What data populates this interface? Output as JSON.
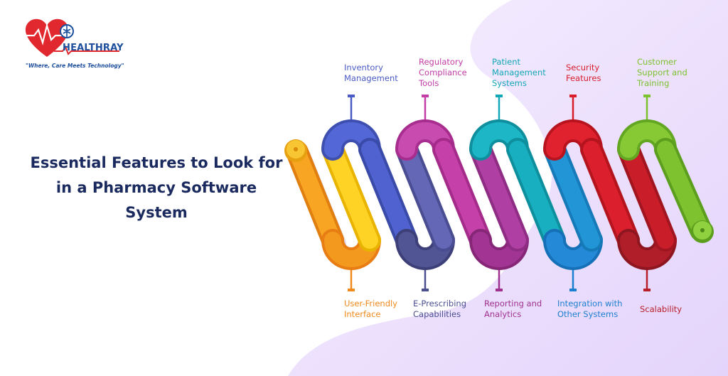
{
  "brand": {
    "name": "HEALTHRAY",
    "tagline": "\"Where, Care Meets Technology\""
  },
  "headline": "Essential Features to Look for in a Pharmacy Software System",
  "features": {
    "top": [
      {
        "label": "Inventory\nManagement",
        "color": "#4a5bc4"
      },
      {
        "label": "Regulatory\nCompliance\nTools",
        "color": "#c23da6"
      },
      {
        "label": "Patient\nManagement\nSystems",
        "color": "#13a7b8"
      },
      {
        "label": "Security\nFeatures",
        "color": "#d81d2b"
      },
      {
        "label": "Customer\nSupport and\nTraining",
        "color": "#7cc12f"
      }
    ],
    "bottom": [
      {
        "label": "User-Friendly\nInterface",
        "color": "#f08a1c"
      },
      {
        "label": "E-Prescribing\nCapabilities",
        "color": "#4a4f8e"
      },
      {
        "label": "Reporting and\nAnalytics",
        "color": "#a0328f"
      },
      {
        "label": "Integration with\nOther Systems",
        "color": "#1c7fd0"
      },
      {
        "label": "Scalability",
        "color": "#b81e2a"
      }
    ]
  },
  "colors": {
    "title": "#1b2a5e",
    "brand": "#1d4f9c",
    "heart": "#e0282e",
    "lavender": "#eadcff"
  }
}
